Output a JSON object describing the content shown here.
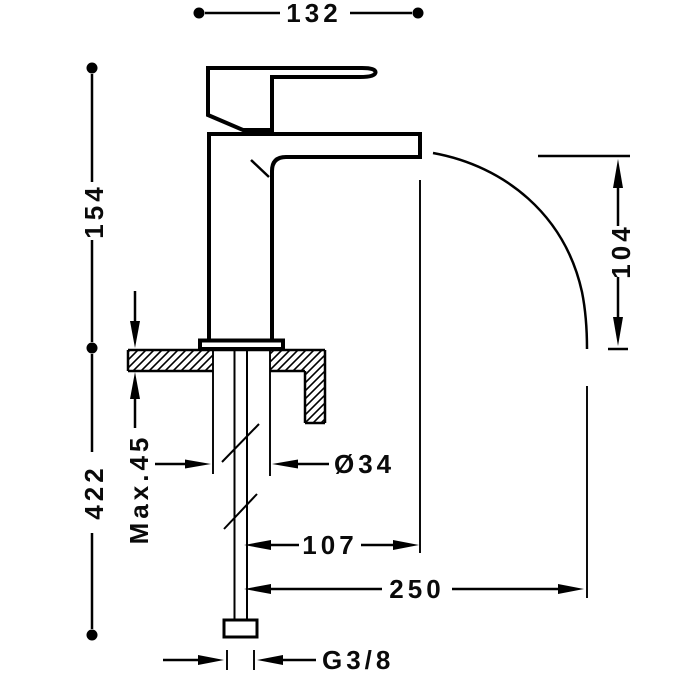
{
  "meta": {
    "description": "Technical dimension drawing of a single-lever basin mixer faucet, side view, with mounting counter cross-section and water stream trajectory",
    "background_color": "#ffffff",
    "line_color": "#000000"
  },
  "dimensions": {
    "overall_width": "132",
    "faucet_height": "154",
    "total_height": "422",
    "counter_max_thickness": "Max.45",
    "body_diameter": "Ø34",
    "outlet_height": "104",
    "spout_reach": "107",
    "stream_reach": "250",
    "supply_thread": "G3/8"
  }
}
